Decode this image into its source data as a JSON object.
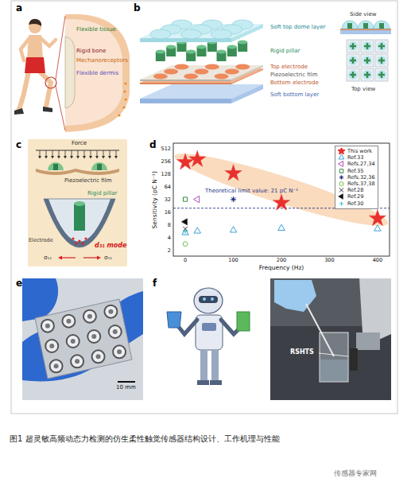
{
  "diagram": {
    "caption": "图1 超灵敏高频动态力检测的仿生柔性触觉传感器结构设计、工作机理与性能",
    "nodes": [
      {
        "text": [
          "Force",
          "Piezoelectric film",
          "Rigid pillar",
          "Electrode",
          "σ₁₁",
          "σ₁₁",
          "d₃₁ mode"
        ]
      },
      {
        "text": [
          "10 mm"
        ]
      },
      {
        "text": [
          "RSHTS"
        ]
      }
    ],
    "labels": [
      "a",
      "Flexible tissue",
      "Rigid bone",
      "Mechanoreceptors",
      "Flexible dermis",
      "b",
      "Soft top dome layer",
      "Rigid pillar",
      "Top electrode",
      "Piezoelectric film",
      "Bottom electrode",
      "Soft bottom layer",
      "Side view",
      "Top view",
      "c",
      "d",
      "Sensitivity (pC N⁻¹)",
      "Frequency (Hz)",
      "2",
      "4",
      "8",
      "16",
      "32",
      "64",
      "128",
      "256",
      "512",
      "0",
      "100",
      "200",
      "300",
      "400",
      "Theoretical limit value: 21 pC N⁻¹",
      "e",
      "f",
      "传感器专家网"
    ],
    "legend": [
      {
        "text": "This work"
      },
      {
        "text": "Ref.33"
      },
      {
        "text": "Refs.27,34"
      },
      {
        "text": "Ref.35"
      },
      {
        "text": "Refs.32,36"
      },
      {
        "text": "Refs.37,38"
      },
      {
        "text": "Ref.28"
      },
      {
        "text": "Ref.29"
      },
      {
        "text": "Ref.30"
      }
    ]
  }
}
